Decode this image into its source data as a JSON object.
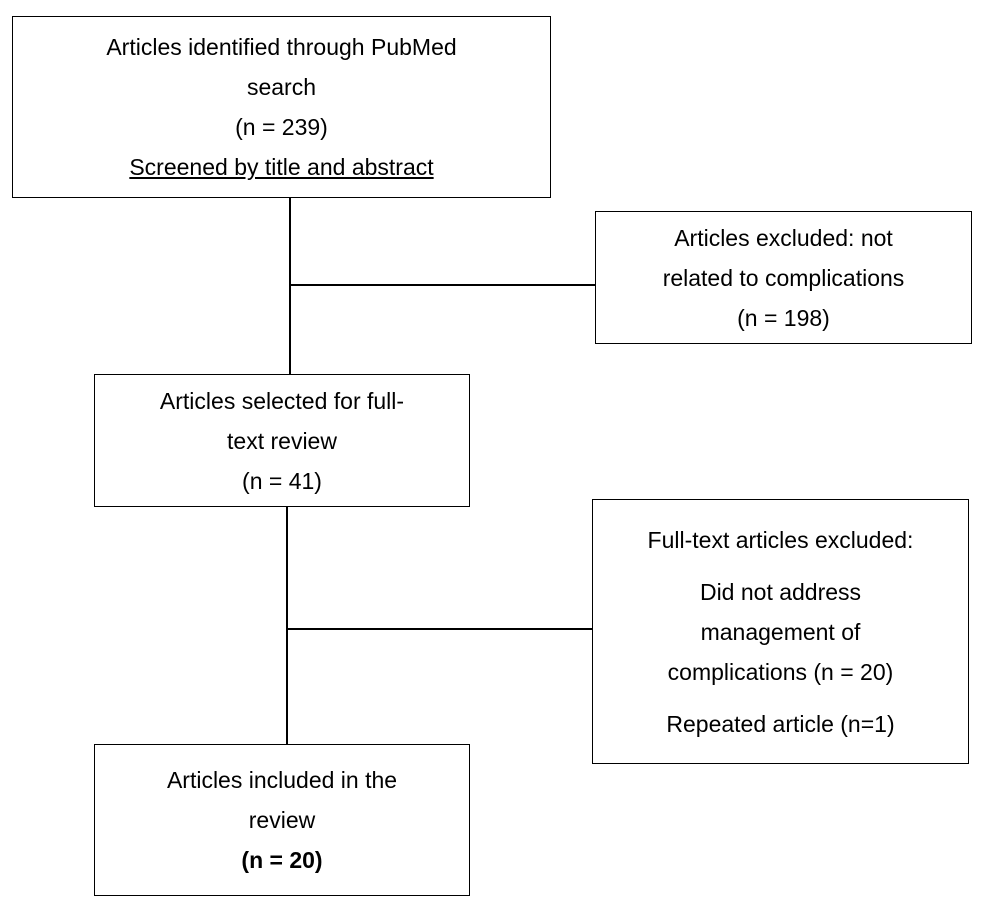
{
  "flowchart": {
    "identified": {
      "line1": "Articles identified through PubMed",
      "line2": "search",
      "line3": "(n = 239)",
      "line4": "Screened  by title and abstract"
    },
    "excluded_screening": {
      "line1": "Articles excluded: not",
      "line2": "related to complications",
      "line3": "(n = 198)"
    },
    "selected": {
      "line1": "Articles selected for full-",
      "line2": "text review",
      "line3": "(n = 41)"
    },
    "excluded_fulltext": {
      "heading": "Full-text articles excluded:",
      "reason1_line1": "Did not address",
      "reason1_line2": "management of",
      "reason1_line3": "complications (n = 20)",
      "reason2": "Repeated article (n=1)"
    },
    "included": {
      "line1": "Articles included in the",
      "line2": "review",
      "line3": "(n = 20)"
    }
  }
}
